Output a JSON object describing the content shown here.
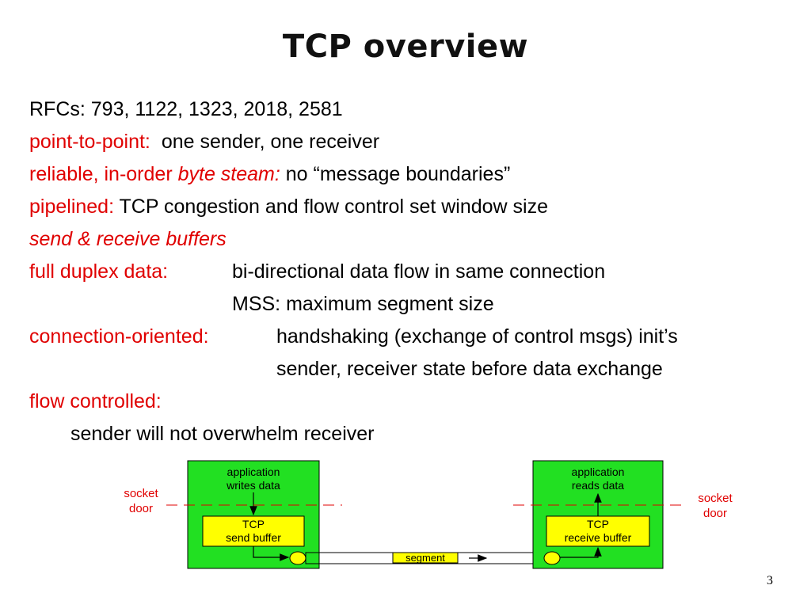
{
  "slide": {
    "title": "TCP overview",
    "page_number": "3",
    "lines": {
      "rfcs": "RFCs: 793, 1122, 1323, 2018, 2581",
      "p2p_label": "point-to-point:",
      "p2p_text": "one sender, one receiver",
      "reliable_label": "reliable, in-order",
      "reliable_ital": "byte steam:",
      "reliable_text": "no “message boundaries”",
      "pipelined_label": "pipelined:",
      "pipelined_text": "TCP congestion and flow control set window size",
      "buffers_label": "send & receive buffers",
      "duplex_label": "full duplex data:",
      "duplex_text": "bi-directional data flow in same connection",
      "mss_text": "MSS: maximum segment size",
      "conn_label": "connection-oriented:",
      "conn_text": "handshaking (exchange of control msgs) init’s",
      "conn_text2": "sender, receiver state before data exchange",
      "flow_label": "flow controlled:",
      "flow_text": "sender will not overwhelm receiver"
    }
  },
  "diagram": {
    "left_box": {
      "app_line1": "application",
      "app_line2": "writes data",
      "buf_line1": "TCP",
      "buf_line2": "send buffer"
    },
    "right_box": {
      "app_line1": "application",
      "app_line2": "reads data",
      "buf_line1": "TCP",
      "buf_line2": "receive buffer"
    },
    "socket_left": {
      "line1": "socket",
      "line2": "door"
    },
    "socket_right": {
      "line1": "socket",
      "line2": "door"
    },
    "segment_label": "segment",
    "colors": {
      "box_green": "#22e022",
      "buffer_yellow": "#ffff00",
      "label_red": "#e00000",
      "text_red": "#e00000"
    }
  }
}
